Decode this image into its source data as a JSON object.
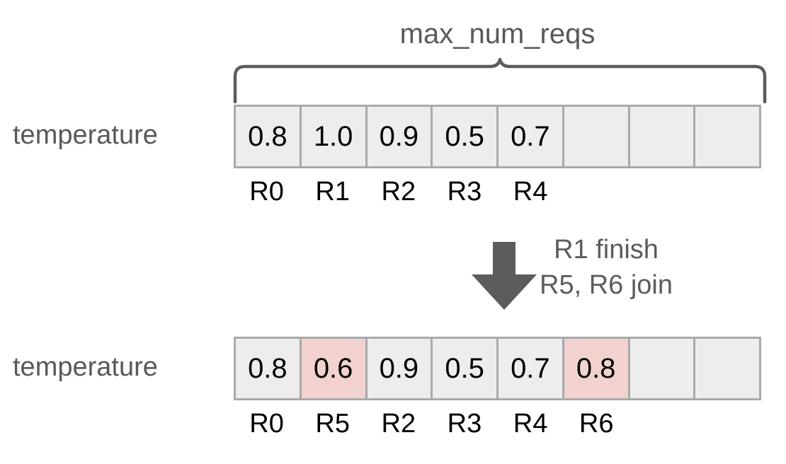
{
  "diagram": {
    "brace_label": "max_num_reqs",
    "annotation": {
      "line1": "R1 finish",
      "line2": "R5, R6 join"
    },
    "colors": {
      "cell_fill": "#ededed",
      "cell_highlight": "#f1d2cf",
      "cell_border": "#a9a9a9",
      "label_text": "#595959",
      "value_text": "#000000",
      "arrow_fill": "#5c5c5c"
    },
    "before": {
      "row_label": "temperature",
      "num_slots": 8,
      "values": [
        "0.8",
        "1.0",
        "0.9",
        "0.5",
        "0.7",
        "",
        "",
        ""
      ],
      "highlight": [
        false,
        false,
        false,
        false,
        false,
        false,
        false,
        false
      ],
      "request_ids": [
        "R0",
        "R1",
        "R2",
        "R3",
        "R4",
        "",
        "",
        ""
      ]
    },
    "after": {
      "row_label": "temperature",
      "num_slots": 8,
      "values": [
        "0.8",
        "0.6",
        "0.9",
        "0.5",
        "0.7",
        "0.8",
        "",
        ""
      ],
      "highlight": [
        false,
        true,
        false,
        false,
        false,
        true,
        false,
        false
      ],
      "request_ids": [
        "R0",
        "R5",
        "R2",
        "R3",
        "R4",
        "R6",
        "",
        ""
      ]
    }
  }
}
